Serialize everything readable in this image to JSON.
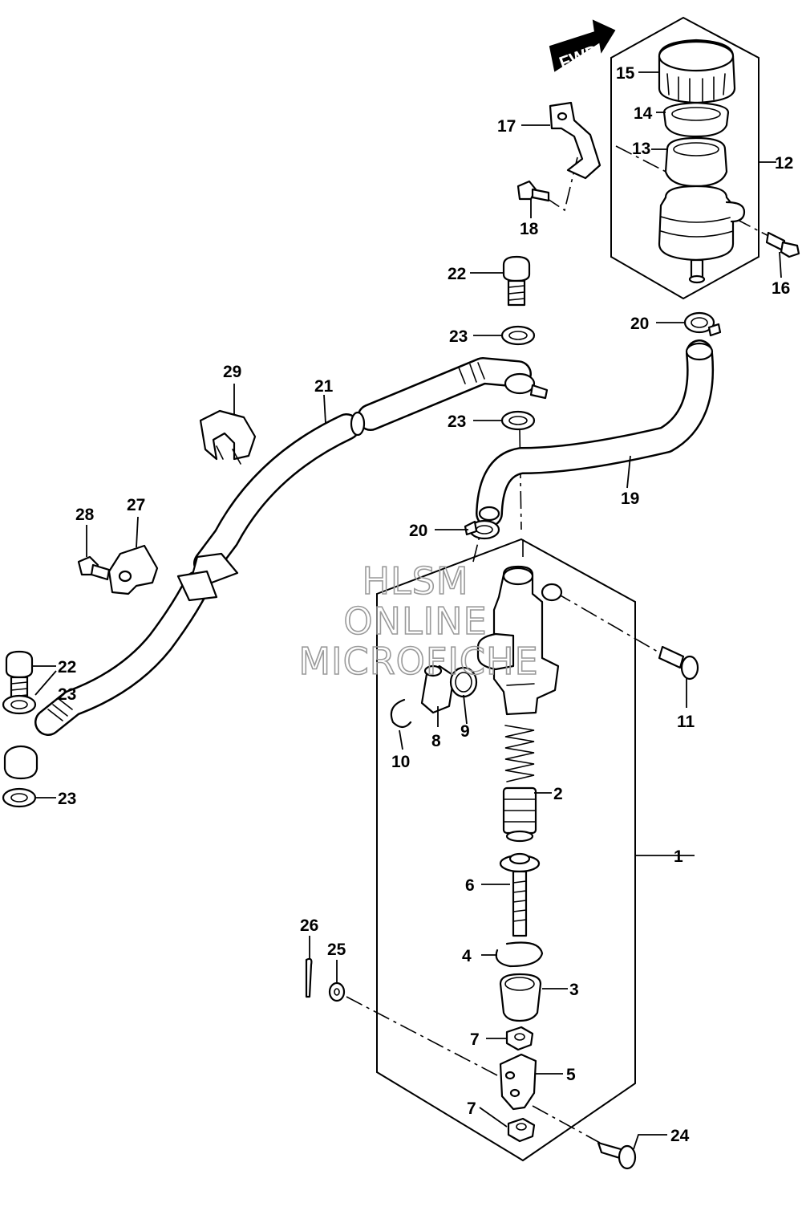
{
  "direction_tag": "FWD",
  "watermark": [
    "HLSM",
    "ONLINE",
    "MICROFICHE"
  ],
  "callouts": [
    {
      "id": "c1",
      "text": "1"
    },
    {
      "id": "c2",
      "text": "2"
    },
    {
      "id": "c3",
      "text": "3"
    },
    {
      "id": "c4",
      "text": "4"
    },
    {
      "id": "c5",
      "text": "5"
    },
    {
      "id": "c6",
      "text": "6"
    },
    {
      "id": "c7a",
      "text": "7"
    },
    {
      "id": "c7b",
      "text": "7"
    },
    {
      "id": "c8",
      "text": "8"
    },
    {
      "id": "c9",
      "text": "9"
    },
    {
      "id": "c10",
      "text": "10"
    },
    {
      "id": "c11",
      "text": "11"
    },
    {
      "id": "c12",
      "text": "12"
    },
    {
      "id": "c13",
      "text": "13"
    },
    {
      "id": "c14",
      "text": "14"
    },
    {
      "id": "c15",
      "text": "15"
    },
    {
      "id": "c16",
      "text": "16"
    },
    {
      "id": "c17",
      "text": "17"
    },
    {
      "id": "c18",
      "text": "18"
    },
    {
      "id": "c19",
      "text": "19"
    },
    {
      "id": "c20a",
      "text": "20"
    },
    {
      "id": "c20b",
      "text": "20"
    },
    {
      "id": "c21",
      "text": "21"
    },
    {
      "id": "c22a",
      "text": "22"
    },
    {
      "id": "c22b",
      "text": "22"
    },
    {
      "id": "c23a",
      "text": "23"
    },
    {
      "id": "c23b",
      "text": "23"
    },
    {
      "id": "c23c",
      "text": "23"
    },
    {
      "id": "c23d",
      "text": "23"
    },
    {
      "id": "c24",
      "text": "24"
    },
    {
      "id": "c25",
      "text": "25"
    },
    {
      "id": "c26",
      "text": "26"
    },
    {
      "id": "c27",
      "text": "27"
    },
    {
      "id": "c28",
      "text": "28"
    },
    {
      "id": "c29",
      "text": "29"
    }
  ]
}
